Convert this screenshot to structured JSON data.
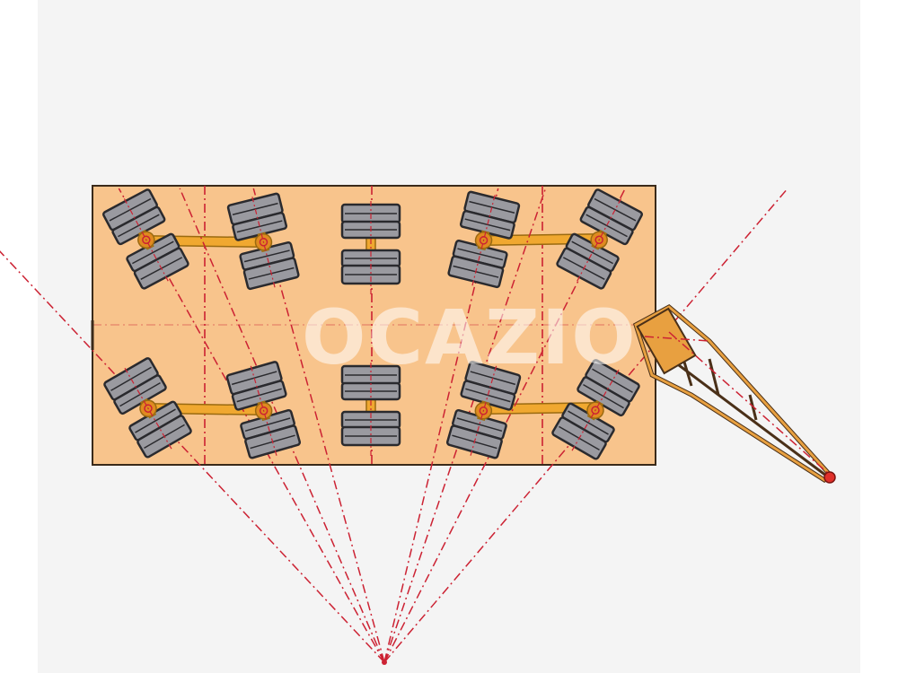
{
  "watermark": "OCAZIO",
  "colors": {
    "page_bg": "#ffffff",
    "panel_bg": "#f4f4f4",
    "platform_fill": "#f8c48c",
    "platform_stroke": "#3a2a1a",
    "beam_fill": "#f0a830",
    "beam_stroke": "#9a6a10",
    "tyre_fill": "#9a9aa0",
    "tyre_stroke": "#2a2a2e",
    "pivot_fill": "#e08a20",
    "guide_line": "#cc2233",
    "drawbar_fill": "#e8a040",
    "drawbar_stroke": "#4a3018"
  },
  "diagram": {
    "turn_center": "turning-center",
    "axle_lines": 4,
    "steering_rays": 8,
    "wheel_groups": 10
  }
}
